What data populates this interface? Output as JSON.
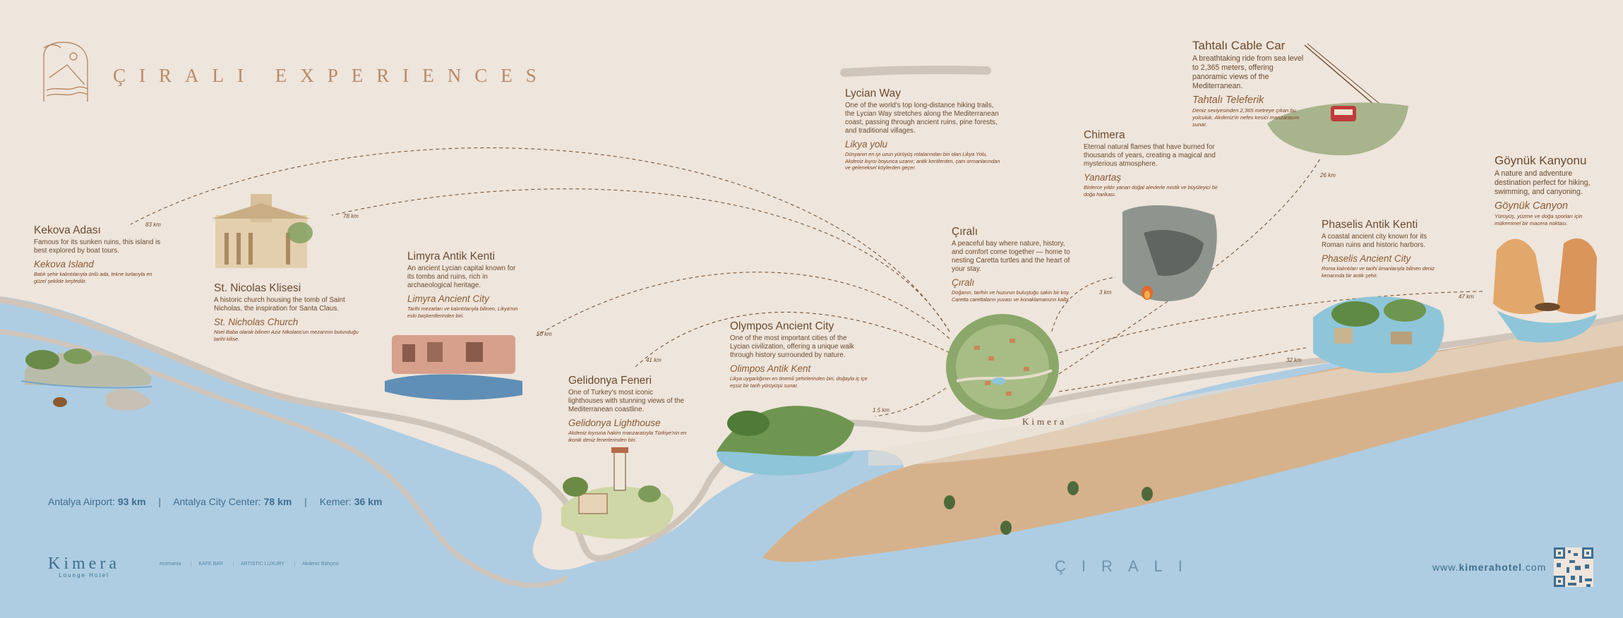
{
  "header": {
    "title": "ÇIRALI EXPERIENCES",
    "logo_icon": "ionic-column-turtle-logo-icon"
  },
  "colors": {
    "background": "#eee5dc",
    "sea": "#aacbe0",
    "sand": "#d6b28c",
    "road": "#c8bfb6",
    "text_brown": "#6b4a2e",
    "italic_brown": "#8a5a32",
    "footer_blue": "#3e6e8f"
  },
  "places": {
    "kekova": {
      "en": "Kekova Adası",
      "den": "Famous for its sunken ruins, this island is best explored by boat tours.",
      "tr": "Kekova Island",
      "dtr": "Batık şehir kalıntılarıyla ünlü ada, tekne turlarıyla en güzel şekilde keşfedilir."
    },
    "stnicolas": {
      "en": "St. Nicolas Klisesi",
      "den": "A historic church housing the tomb of Saint Nicholas, the inspiration for Santa Claus.",
      "tr": "St. Nicholas Church",
      "dtr": "Noel Baba olarak bilinen Aziz Nikolaos'un mezarının bulunduğu tarihi kilise."
    },
    "limyra": {
      "en": "Limyra Antik Kenti",
      "den": "An ancient Lycian capital known for its tombs and ruins, rich in archaeological heritage.",
      "tr": "Limyra Ancient City",
      "dtr": "Tarihi mezarları ve kalıntılarıyla bilinen, Likya'nın eski başkentlerinden biri."
    },
    "gelidonya": {
      "en": "Gelidonya Feneri",
      "den": "One of Turkey's most iconic lighthouses with stunning views of the Mediterranean coastline.",
      "tr": "Gelidonya Lighthouse",
      "dtr": "Akdeniz kıyısına hakim manzarasıyla Türkiye'nin en ikonik deniz fenerlerinden biri."
    },
    "olympos": {
      "en": "Olympos Ancient City",
      "den": "One of the most important cities of the Lycian civilization, offering a unique walk through history surrounded by nature.",
      "tr": "Olimpos Antik Kent",
      "dtr": "Likya uygarlığının en önemli şehirlerinden biri, doğayla iç içe eşsiz bir tarih yürüyüşü sunar."
    },
    "lycian": {
      "en": "Lycian Way",
      "den": "One of the world's top long-distance hiking trails, the Lycian Way stretches along the Mediterranean coast, passing through ancient ruins, pine forests, and traditional villages.",
      "tr": "Likya yolu",
      "dtr": "Dünyanın en iyi uzun yürüyüş rotalarından biri olan Likya Yolu, Akdeniz kıyısı boyunca uzanır; antik kentlerden, çam ormanlarından ve geleneksel köylerden geçer."
    },
    "cirali": {
      "en": "Çıralı",
      "den": "A peaceful bay where nature, history, and comfort come together — home to nesting Caretta turtles and the heart of your stay.",
      "tr": "Çıralı",
      "dtr": "Doğanın, tarihin ve huzurun buluştuğu sakin bir koy. Caretta carettaların yuvası ve konaklamanızın kalbi."
    },
    "chimera": {
      "en": "Chimera",
      "den": "Eternal natural flames that have burned for thousands of years, creating a magical and mysterious atmosphere.",
      "tr": "Yanartaş",
      "dtr": "Binlerce yıldır yanan doğal alevlerle mistik ve büyüleyici bir doğa harikası."
    },
    "tahtali": {
      "en": "Tahtalı Cable Car",
      "den": "A breathtaking ride from sea level to 2,365 meters, offering panoramic views of the Mediterranean.",
      "tr": "Tahtalı Teleferik",
      "dtr": "Deniz seviyesinden 2,365 metreye çıkan bu yolculuk, Akdeniz'in nefes kesici manzarasını sunar."
    },
    "phaselis": {
      "en": "Phaselis Antik Kenti",
      "den": "A coastal ancient city known for its Roman ruins and historic harbors.",
      "tr": "Phaselis Ancient City",
      "dtr": "Roma kalıntıları ve tarihi limanlarıyla bilinen deniz kenarında bir antik şehir."
    },
    "goynuk": {
      "en": "Göynük Kanyonu",
      "den": "A nature and adventure destination perfect for hiking, swimming, and canyoning.",
      "tr": "Göynük Canyon",
      "dtr": "Yürüyüş, yüzme ve doğa sporları için mükemmel bir macera noktası."
    }
  },
  "distances": {
    "kekova": "83 km",
    "stnicolas": "78 km",
    "limyra": "50 km",
    "gelidonya": "41 km",
    "olympos": "1.5 km",
    "chimera": "3 km",
    "tahtali": "26 km",
    "phaselis": "32 km",
    "goynuk": "47 km"
  },
  "map_label": "Kimera",
  "footer": {
    "airport_label": "Antalya Airport:",
    "airport_value": "93 km",
    "city_label": "Antalya City Center:",
    "city_value": "78 km",
    "kemer_label": "Kemer:",
    "kemer_value": "36 km",
    "separator": "|",
    "brand": "Kimera",
    "brand_sub": "Lounge Hotel",
    "partners": [
      "ecomania",
      "KAFE BAR",
      "ARTISTIC LUXURY",
      "Akdeniz Bahçesi"
    ],
    "footer_place": "ÇIRALI",
    "website_prefix": "www.",
    "website_bold": "kimerahotel",
    "website_suffix": ".com",
    "qr_icon": "qr-code-icon"
  }
}
